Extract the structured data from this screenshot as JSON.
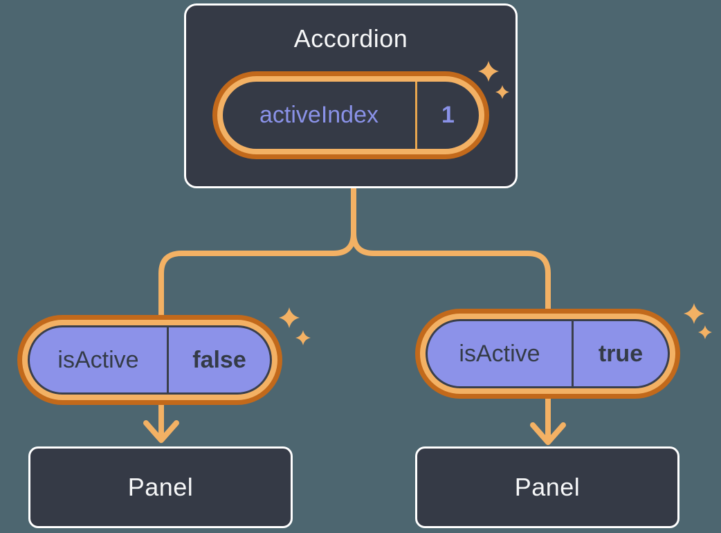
{
  "colors": {
    "background": "#4D6670",
    "box_fill": "#353A46",
    "box_border": "#FFFFFF",
    "accent_light": "#F3B164",
    "accent_dark": "#C2691B",
    "divider_orange": "#E8A64F",
    "purple_fill": "#8C92E9",
    "purple_text": "#8A92E8",
    "dark_text": "#343B47",
    "pill_outline": "#3A3F4B",
    "light_text": "#F6F7F8"
  },
  "icons": {
    "sparkle": "✦",
    "arrow_down": "↓"
  },
  "root_component": {
    "title": "Accordion",
    "state_pill": {
      "name": "activeIndex",
      "value": "1"
    }
  },
  "children": [
    {
      "prop_pill": {
        "name": "isActive",
        "value": "false"
      },
      "component": {
        "title": "Panel"
      }
    },
    {
      "prop_pill": {
        "name": "isActive",
        "value": "true"
      },
      "component": {
        "title": "Panel"
      }
    }
  ]
}
